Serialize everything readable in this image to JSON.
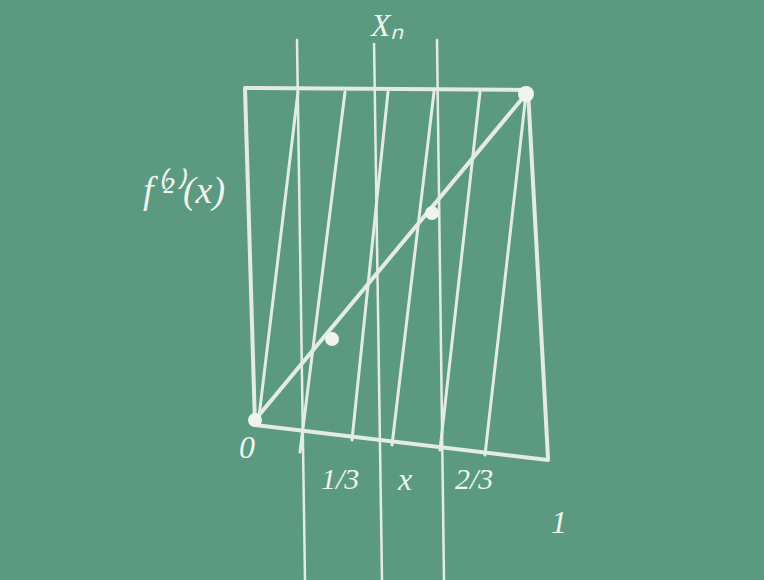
{
  "diagram": {
    "labels": [
      "f⁽²⁾(x)",
      "Xₙ",
      "0",
      "1/3",
      "x",
      "2/3",
      "1"
    ]
  }
}
